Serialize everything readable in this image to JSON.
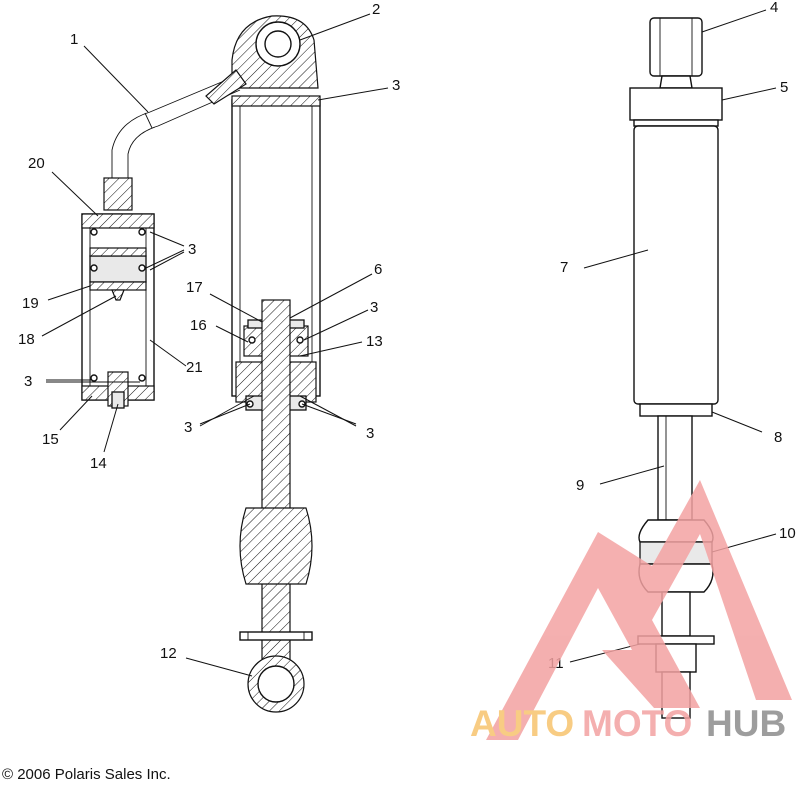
{
  "callouts": [
    {
      "id": "c1",
      "label": "1"
    },
    {
      "id": "c2",
      "label": "2"
    },
    {
      "id": "c3a",
      "label": "3"
    },
    {
      "id": "c4",
      "label": "4"
    },
    {
      "id": "c5",
      "label": "5"
    },
    {
      "id": "c20",
      "label": "20"
    },
    {
      "id": "c3b",
      "label": "3"
    },
    {
      "id": "c6",
      "label": "6"
    },
    {
      "id": "c7",
      "label": "7"
    },
    {
      "id": "c17",
      "label": "17"
    },
    {
      "id": "c3c",
      "label": "3"
    },
    {
      "id": "c19",
      "label": "19"
    },
    {
      "id": "c16",
      "label": "16"
    },
    {
      "id": "c13",
      "label": "13"
    },
    {
      "id": "c18",
      "label": "18"
    },
    {
      "id": "c21",
      "label": "21"
    },
    {
      "id": "c3d",
      "label": "3"
    },
    {
      "id": "c3e",
      "label": "3"
    },
    {
      "id": "c3f",
      "label": "3"
    },
    {
      "id": "c8",
      "label": "8"
    },
    {
      "id": "c15",
      "label": "15"
    },
    {
      "id": "c14",
      "label": "14"
    },
    {
      "id": "c9",
      "label": "9"
    },
    {
      "id": "c10",
      "label": "10"
    },
    {
      "id": "c12",
      "label": "12"
    },
    {
      "id": "c11",
      "label": "11"
    }
  ],
  "watermark": {
    "word_auto": "AUTO",
    "word_moto": "MOTO",
    "word_hub": "HUB",
    "color_primary": "#f3a2a2",
    "color_accent": "#f7c46e",
    "color_dark": "#8c8c8c"
  },
  "copyright": "© 2006 Polaris Sales Inc."
}
